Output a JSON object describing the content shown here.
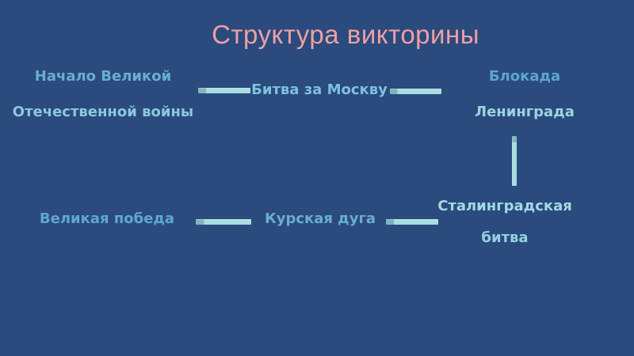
{
  "title": "Структура викторины",
  "colors": {
    "background": "#2B4A7E",
    "title_text": "#ECA0A2",
    "connector_light": "#A8DDE2",
    "connector_dark": "#7FB6BE"
  },
  "nodes": [
    {
      "id": "nachalo-voyny",
      "lines": [
        "Начало Великой",
        "Отечественной войны"
      ],
      "line_colors": [
        "#68AED1",
        "#8BC9DC"
      ]
    },
    {
      "id": "bitva-za-moskvu",
      "lines": [
        "Битва за Москву"
      ],
      "line_colors": [
        "#7CC2DC"
      ]
    },
    {
      "id": "blokada-leningrada",
      "lines": [
        "Блокада",
        "Ленинграда"
      ],
      "line_colors": [
        "#5CA6CC",
        "#9AD4E0"
      ]
    },
    {
      "id": "stalingradskaya-bitva",
      "lines": [
        "Сталинградская",
        "битва"
      ],
      "line_colors": [
        "#A0DBE3",
        "#93D3DF"
      ]
    },
    {
      "id": "kurskaya-duga",
      "lines": [
        "Курская дуга"
      ],
      "line_colors": [
        "#68AECF"
      ]
    },
    {
      "id": "velikaya-pobeda",
      "lines": [
        "Великая победа"
      ],
      "line_colors": [
        "#5EA8CD"
      ]
    }
  ],
  "connectors": [
    {
      "from": "Начало Великой Отечественной войны",
      "to": "Битва за Москву",
      "orientation": "horizontal"
    },
    {
      "from": "Битва за Москву",
      "to": "Блокада Ленинграда",
      "orientation": "horizontal"
    },
    {
      "from": "Блокада Ленинграда",
      "to": "Сталинградская битва",
      "orientation": "vertical"
    },
    {
      "from": "Сталинградская битва",
      "to": "Курская дуга",
      "orientation": "horizontal"
    },
    {
      "from": "Курская дуга",
      "to": "Великая победа",
      "orientation": "horizontal"
    }
  ]
}
